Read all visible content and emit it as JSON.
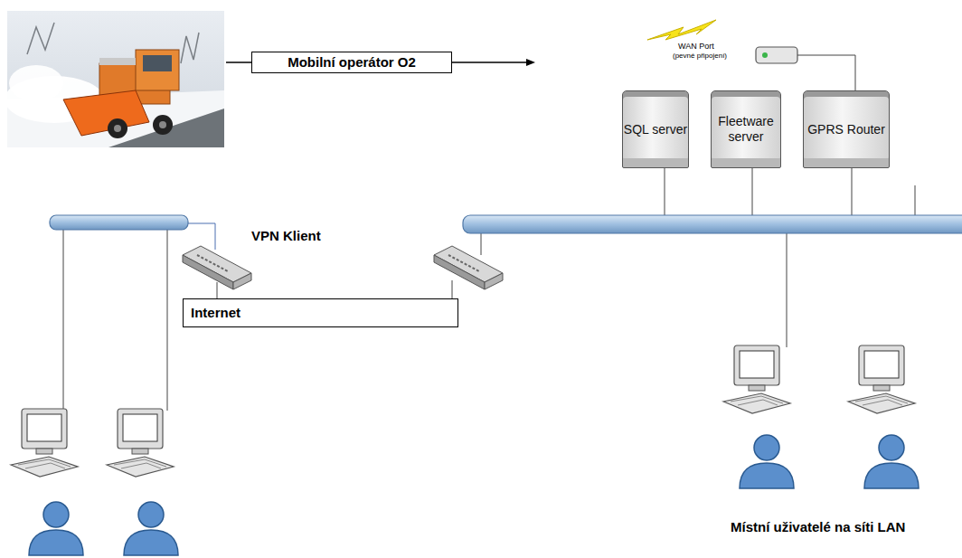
{
  "diagram": {
    "nodes": [
      {
        "text": [
          "Mobilní operátor O2"
        ]
      },
      {
        "text": [
          "SQL server"
        ]
      },
      {
        "text": [
          "Fleetware server"
        ]
      },
      {
        "text": [
          "GPRS Router"
        ]
      },
      {
        "text": [
          "Internet"
        ]
      }
    ],
    "labels": [
      "WAN Port",
      "(pevné připojení)",
      "VPN Klient",
      "Místní uživatelé na síti LAN"
    ]
  }
}
